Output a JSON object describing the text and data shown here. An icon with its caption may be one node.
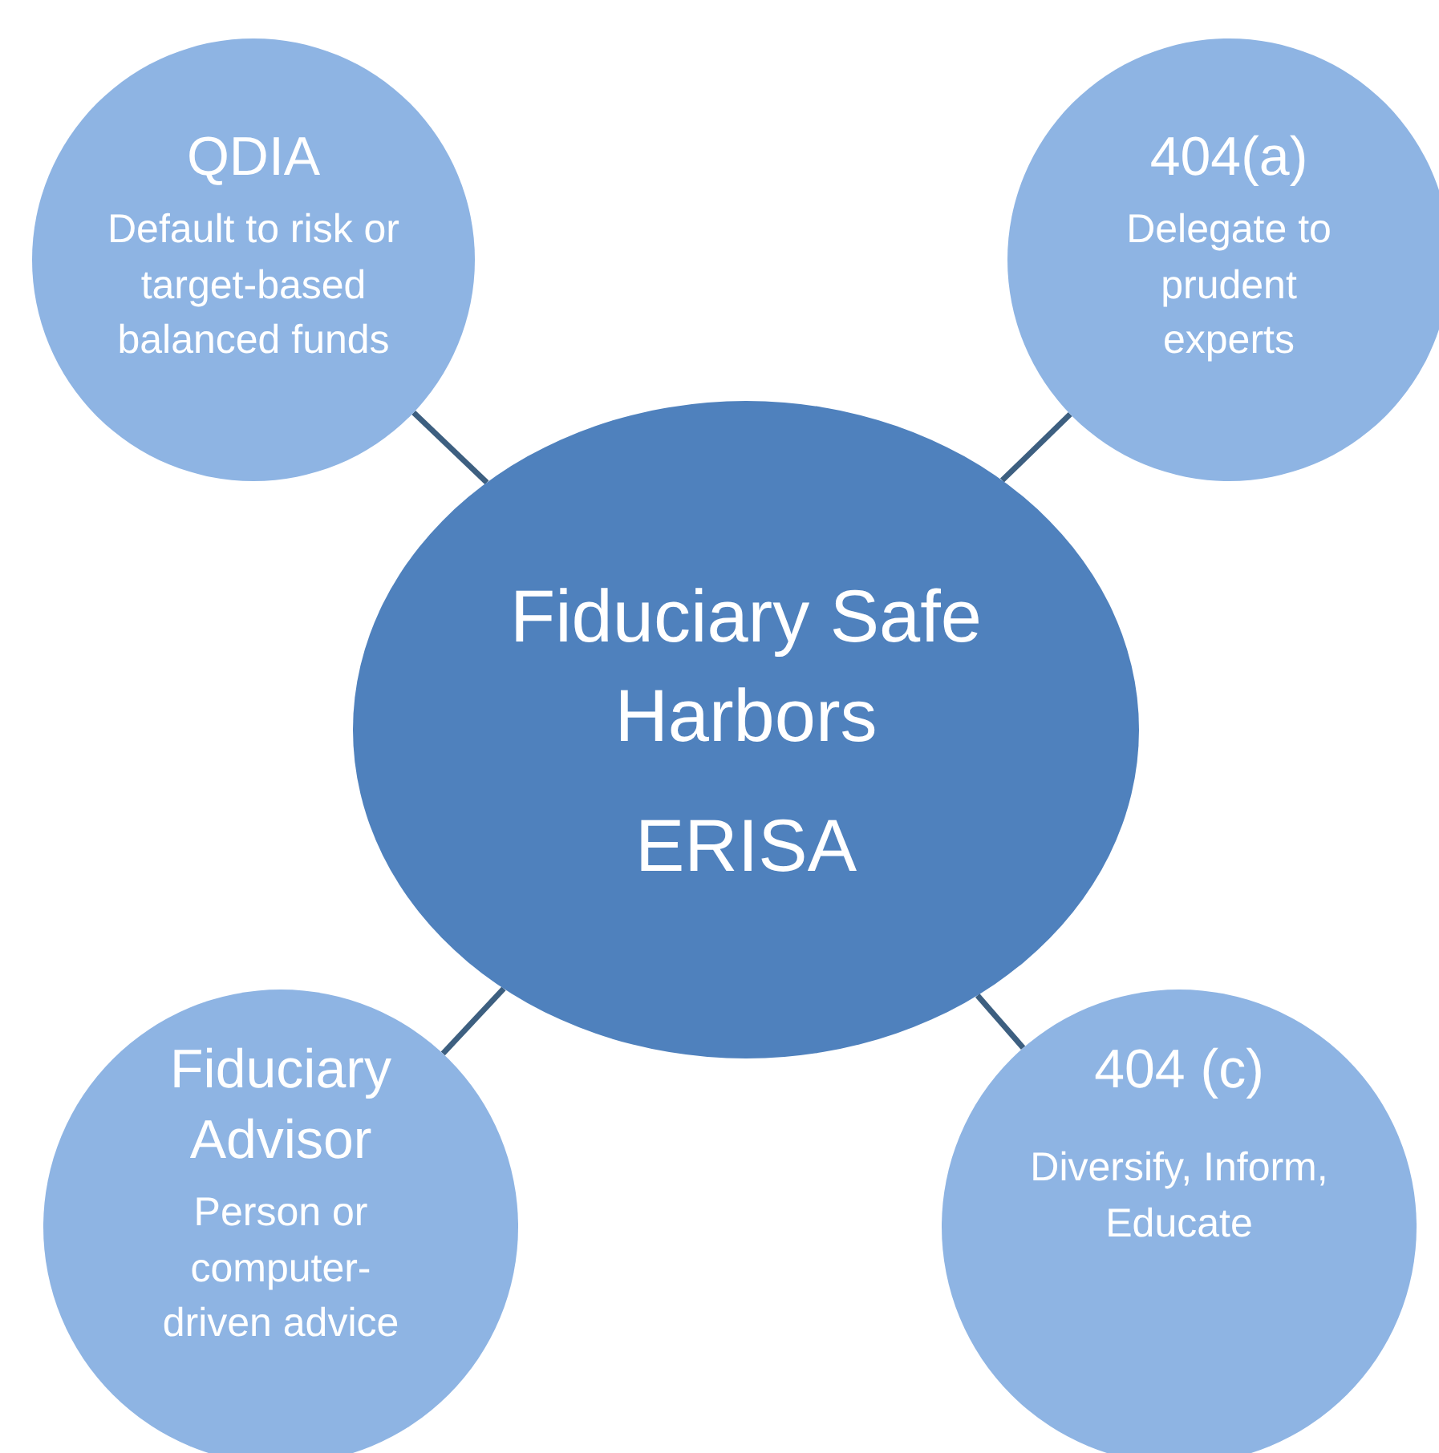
{
  "diagram": {
    "nodes": [
      {
        "text": [
          "Fiduciary Safe Harbors",
          "ERISA"
        ]
      },
      {
        "text": [
          "QDIA",
          "Default to risk or target-based balanced funds"
        ]
      },
      {
        "text": [
          "404(a)",
          "Delegate to prudent experts"
        ]
      },
      {
        "text": [
          "Fiduciary Advisor",
          "Person or computer-driven advice"
        ]
      },
      {
        "text": [
          "404 (c)",
          "Diversify, Inform, Educate"
        ]
      }
    ],
    "edges": [
      {
        "from": 0,
        "to": 1,
        "arrow": "none"
      },
      {
        "from": 0,
        "to": 2,
        "arrow": "none"
      },
      {
        "from": 0,
        "to": 3,
        "arrow": "none"
      },
      {
        "from": 0,
        "to": 4,
        "arrow": "none"
      }
    ]
  }
}
